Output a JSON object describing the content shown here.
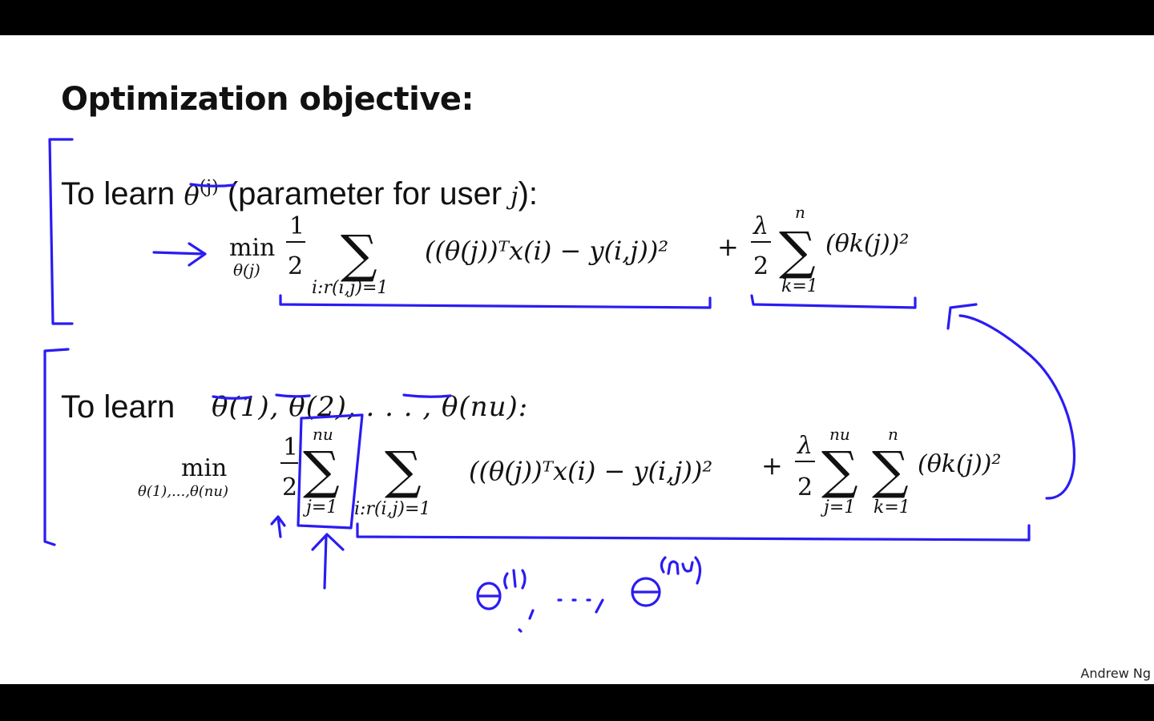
{
  "slide": {
    "title": "Optimization objective:",
    "line1_prefix": "To learn",
    "line1_var": "θ",
    "line1_var_sup": "(j)",
    "line1_suffix": "(parameter for user",
    "line1_user_var": "j",
    "line1_end": "):",
    "line2_prefix": "To learn",
    "author": "Andrew Ng"
  },
  "eq1": {
    "min": "min",
    "min_sub": "θ(j)",
    "frac_num": "1",
    "frac_den": "2",
    "sum_sub": "i:r(i,j)=1",
    "body": "((θ(j))ᵀx(i) − y(i,j))²",
    "plus": "+",
    "lambda": "λ",
    "lambda_den": "2",
    "sum2_sup": "n",
    "sum2_sub": "k=1",
    "body2": "(θk(j))²"
  },
  "eq2": {
    "targets": "θ(1), θ(2), . . . , θ(nu):",
    "min": "min",
    "min_sub": "θ(1),...,θ(nu)",
    "frac_num": "1",
    "frac_den": "2",
    "sumj_sup": "nu",
    "sumj_sub": "j=1",
    "sumi_sub": "i:r(i,j)=1",
    "body": "((θ(j))ᵀx(i) − y(i,j))²",
    "plus": "+",
    "lambda": "λ",
    "lambda_den": "2",
    "sum3_sup": "nu",
    "sum3_sub": "j=1",
    "sum4_sup": "n",
    "sum4_sub": "k=1",
    "body2": "(θk(j))²"
  },
  "handwriting": {
    "note": "Θ(1), ..., Θ(nu)"
  },
  "colors": {
    "ink": "#2a1cf2",
    "background": "#ffffff",
    "frame": "#000000"
  }
}
